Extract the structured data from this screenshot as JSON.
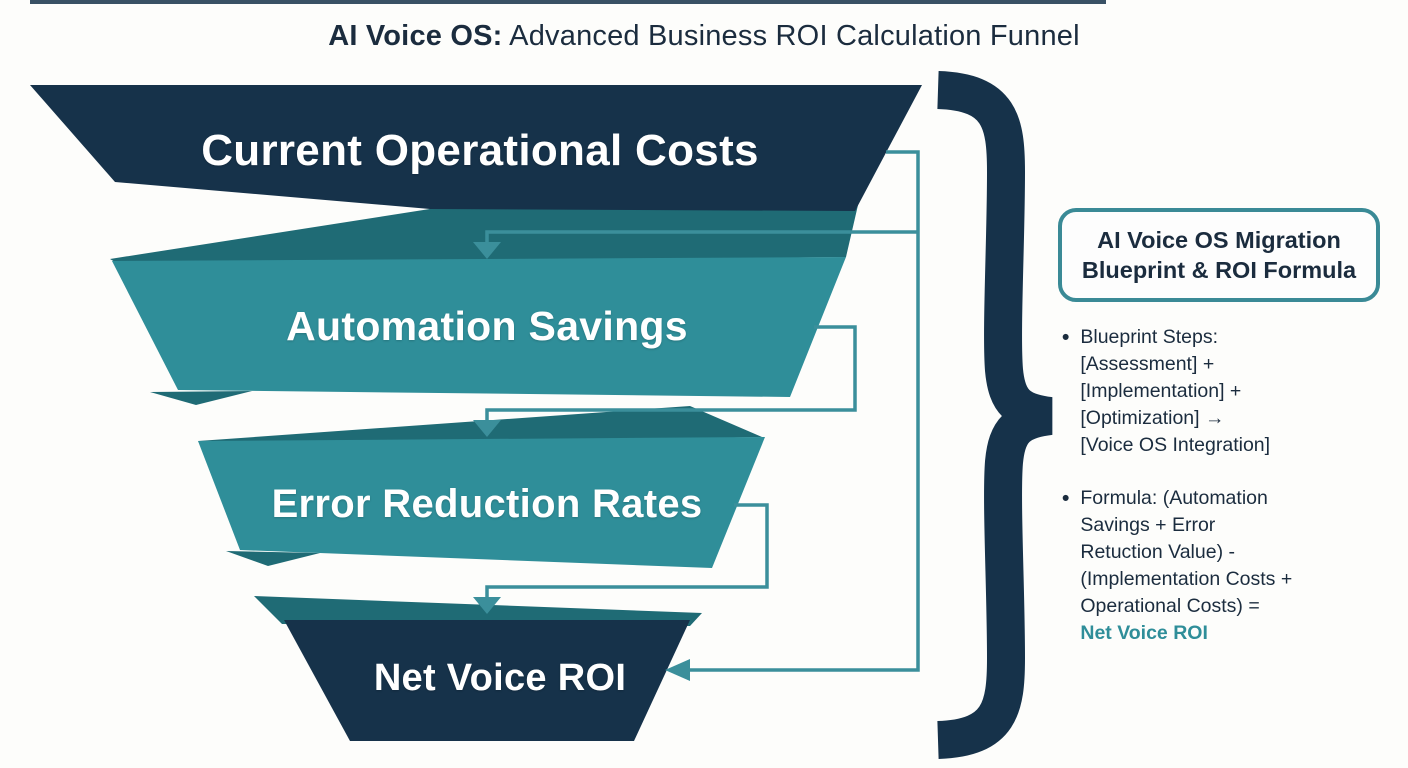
{
  "title": {
    "bold": "AI Voice OS:",
    "rest": " Advanced Business ROI Calculation Funnel"
  },
  "funnel": {
    "stages": [
      {
        "label": "Current Operational Costs",
        "color_key": "navy"
      },
      {
        "label": "Automation Savings",
        "color_key": "teal"
      },
      {
        "label": "Error Reduction Rates",
        "color_key": "teal"
      },
      {
        "label": "Net Voice ROI",
        "color_key": "navy"
      }
    ]
  },
  "side_panel": {
    "box_title": "AI Voice OS Migration\nBlueprint & ROI Formula",
    "bullets": [
      {
        "text": "Blueprint Steps:\n[Assessment] +\n[Implementation] +\n[Optimization] →\n[Voice OS Integration]"
      },
      {
        "text": "Formula: (Automation\nSavings + Error\nRetuction Value) -\n(Implementation Costs +\nOperational Costs) =\n",
        "highlight": "Net Voice ROI"
      }
    ],
    "bullet_glyph": "•"
  },
  "colors": {
    "bg": "#fdfdfb",
    "navy": "#16324a",
    "teal": "#2f8e99",
    "teal_dark": "#1f6b75",
    "line": "#3b8f9b",
    "ink": "#1b2c3e",
    "box_border": "#3a8a96",
    "highlight": "#2f8e99"
  }
}
